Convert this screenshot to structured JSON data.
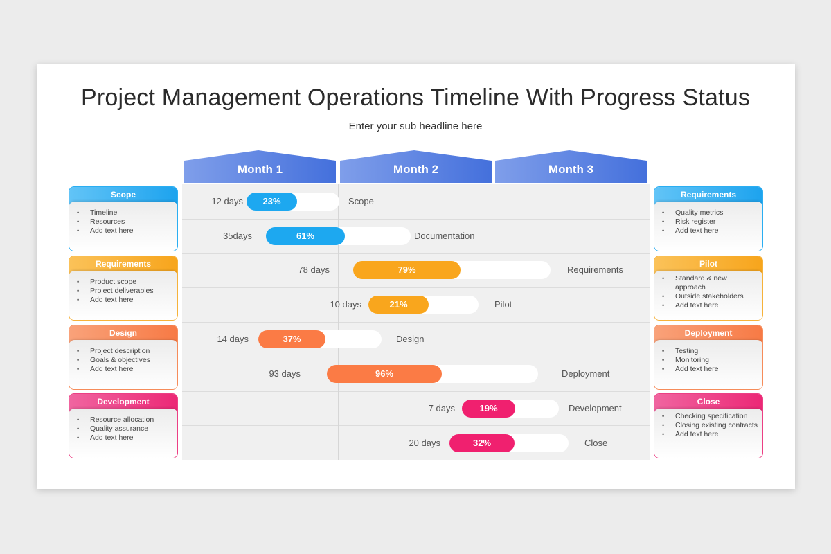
{
  "header": {
    "title": "Project Management Operations Timeline With Progress Status",
    "subtitle": "Enter your sub headline here"
  },
  "months": [
    {
      "label": "Month 1"
    },
    {
      "label": "Month 2"
    },
    {
      "label": "Month 3"
    }
  ],
  "colors": {
    "blue": "#1da8f0",
    "orange": "#f9a61d",
    "coral": "#fb7b45",
    "pink": "#f0206f",
    "month_header": "#5a7fe0",
    "grid_bg": "#f0f0f0"
  },
  "tasks": [
    {
      "days": "12 days",
      "percent": "23%",
      "phase": "Scope",
      "color": "blue"
    },
    {
      "days": "35days",
      "percent": "61%",
      "phase": "Documentation",
      "color": "blue"
    },
    {
      "days": "78 days",
      "percent": "79%",
      "phase": "Requirements",
      "color": "orange"
    },
    {
      "days": "10 days",
      "percent": "21%",
      "phase": "Pilot",
      "color": "orange"
    },
    {
      "days": "14 days",
      "percent": "37%",
      "phase": "Design",
      "color": "coral"
    },
    {
      "days": "93 days",
      "percent": "96%",
      "phase": "Deployment",
      "color": "coral"
    },
    {
      "days": "7 days",
      "percent": "19%",
      "phase": "Development",
      "color": "pink"
    },
    {
      "days": "20 days",
      "percent": "32%",
      "phase": "Close",
      "color": "pink"
    }
  ],
  "left_cards": [
    {
      "title": "Scope",
      "items": [
        "Timeline",
        "Resources",
        "Add text here"
      ]
    },
    {
      "title": "Requirements",
      "items": [
        "Product scope",
        "Project deliverables",
        "Add text here"
      ]
    },
    {
      "title": "Design",
      "items": [
        "Project description",
        "Goals & objectives",
        "Add text here"
      ]
    },
    {
      "title": "Development",
      "items": [
        "Resource allocation",
        "Quality assurance",
        "Add text here"
      ]
    }
  ],
  "right_cards": [
    {
      "title": "Requirements",
      "items": [
        "Quality metrics",
        "Risk register",
        "Add text here"
      ]
    },
    {
      "title": "Pilot",
      "items": [
        "Standard & new approach",
        "Outside stakeholders",
        "Add text here"
      ]
    },
    {
      "title": "Deployment",
      "items": [
        "Testing",
        "Monitoring",
        "Add text here"
      ]
    },
    {
      "title": "Close",
      "items": [
        "Checking specification",
        "Closing existing contracts",
        "Add text here"
      ]
    }
  ]
}
